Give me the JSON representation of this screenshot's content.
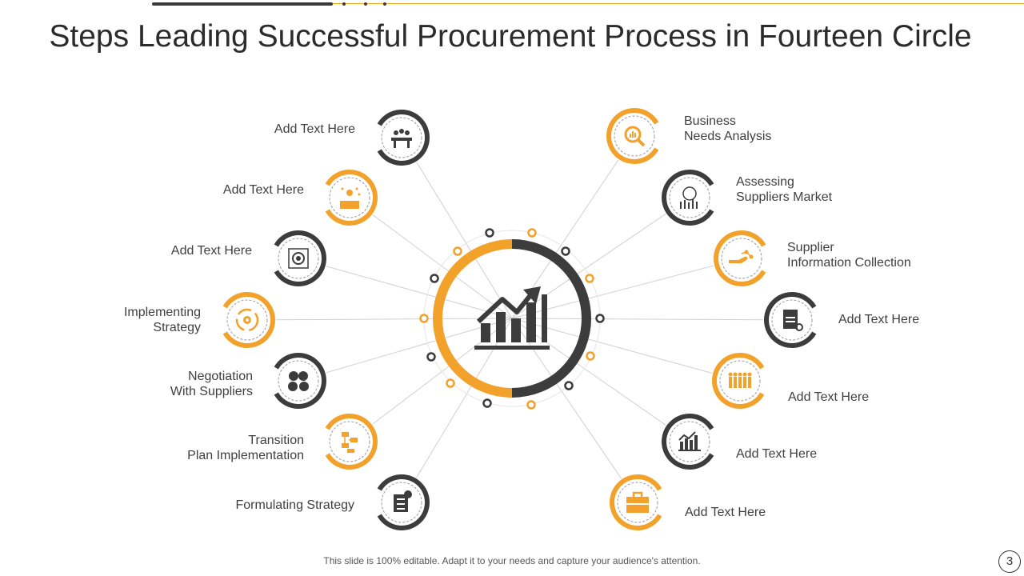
{
  "title": "Steps Leading Successful Procurement Process in Fourteen Circle",
  "colors": {
    "orange": "#f2a12a",
    "dark": "#3c3c3c",
    "line": "#d0d0d0"
  },
  "center_icon": "growth-chart-icon",
  "steps_left": [
    {
      "lines": [
        "Add Text Here"
      ],
      "icon": "meeting-icon"
    },
    {
      "lines": [
        "Add Text Here"
      ],
      "icon": "presenter-icon"
    },
    {
      "lines": [
        "Add Text Here"
      ],
      "icon": "target-icon"
    },
    {
      "lines": [
        "Implementing",
        "Strategy"
      ],
      "icon": "cycle-gear-icon"
    },
    {
      "lines": [
        "Negotiation",
        "With Suppliers"
      ],
      "icon": "chat-people-icon"
    },
    {
      "lines": [
        "Transition",
        "Plan Implementation"
      ],
      "icon": "flowchart-icon"
    },
    {
      "lines": [
        "Formulating  Strategy"
      ],
      "icon": "checklist-icon"
    }
  ],
  "steps_right": [
    {
      "lines": [
        "Business",
        "Needs Analysis"
      ],
      "icon": "magnify-chart-icon"
    },
    {
      "lines": [
        "Assessing",
        "Suppliers Market"
      ],
      "icon": "market-analysis-icon"
    },
    {
      "lines": [
        "Supplier",
        "Information  Collection"
      ],
      "icon": "hand-data-icon"
    },
    {
      "lines": [
        "Add Text Here"
      ],
      "icon": "report-gear-icon"
    },
    {
      "lines": [
        "Add Text Here"
      ],
      "icon": "team-icon"
    },
    {
      "lines": [
        "Add Text Here"
      ],
      "icon": "bar-chart-icon"
    },
    {
      "lines": [
        "Add Text Here"
      ],
      "icon": "briefcase-icon"
    }
  ],
  "footer": "This slide is 100% editable. Adapt it to your needs and capture your audience's attention.",
  "page_number": "3"
}
